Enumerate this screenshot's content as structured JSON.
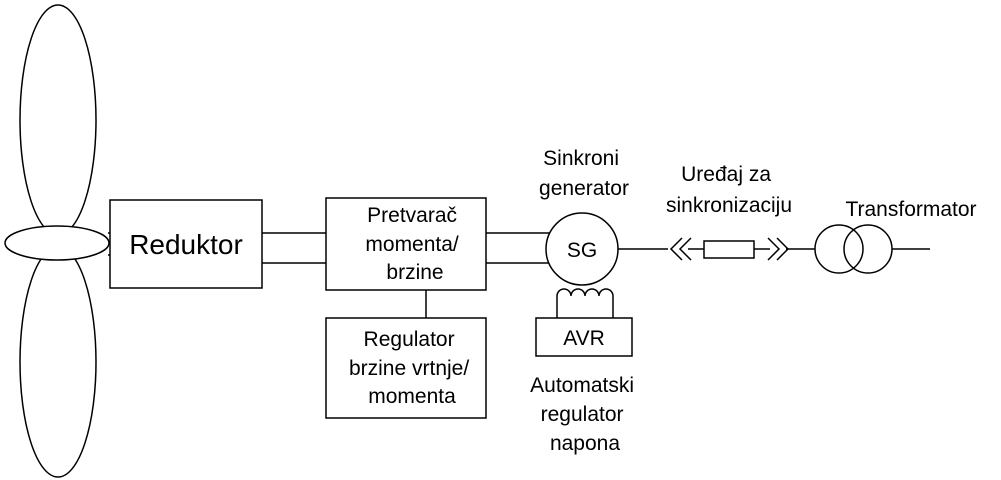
{
  "diagram": {
    "gearbox_label": "Reduktor",
    "converter_label": [
      "Pretvarač",
      "momenta/",
      "brzine"
    ],
    "regulator_label": [
      "Regulator",
      "brzine vrtnje/",
      "momenta"
    ],
    "generator_symbol": "SG",
    "generator_label": [
      "Sinkroni",
      "generator"
    ],
    "avr_label": "AVR",
    "avr_description": [
      "Automatski",
      "regulator",
      "napona"
    ],
    "sync_device_label": [
      "Uređaj za",
      "sinkronizaciju"
    ],
    "transformer_label": "Transformator"
  }
}
